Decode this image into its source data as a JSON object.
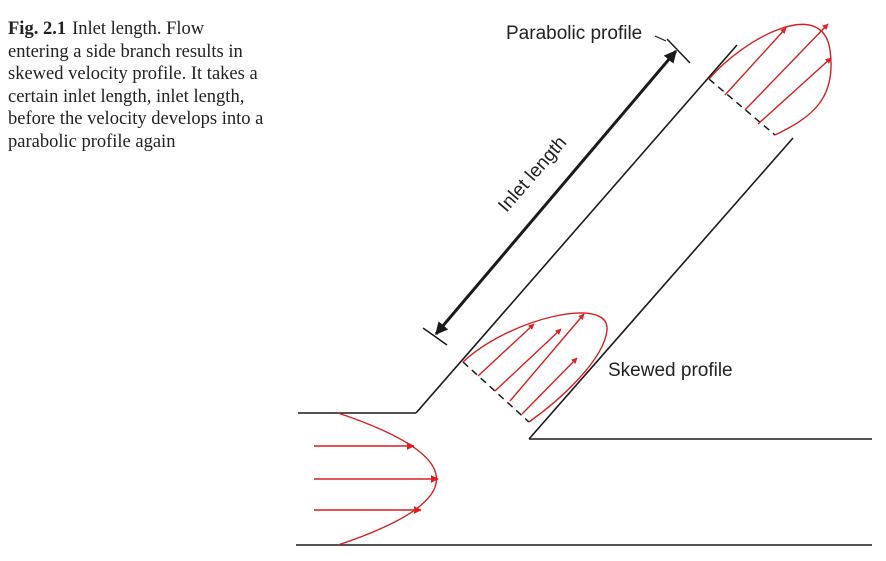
{
  "caption": {
    "label": "Fig. 2.1",
    "text": "Inlet length. Flow entering a side branch results in skewed velocity profile. It takes a certain inlet length, inlet length, before the velocity develops into a parabolic profile again"
  },
  "diagram": {
    "labels": {
      "parabolic_profile": "Parabolic profile",
      "skewed_profile": "Skewed profile",
      "inlet_length": "Inlet length"
    },
    "colors": {
      "wall": "#1a1a1a",
      "profile": "#d42020",
      "dimension_arrow": "#1a1a1a"
    }
  }
}
